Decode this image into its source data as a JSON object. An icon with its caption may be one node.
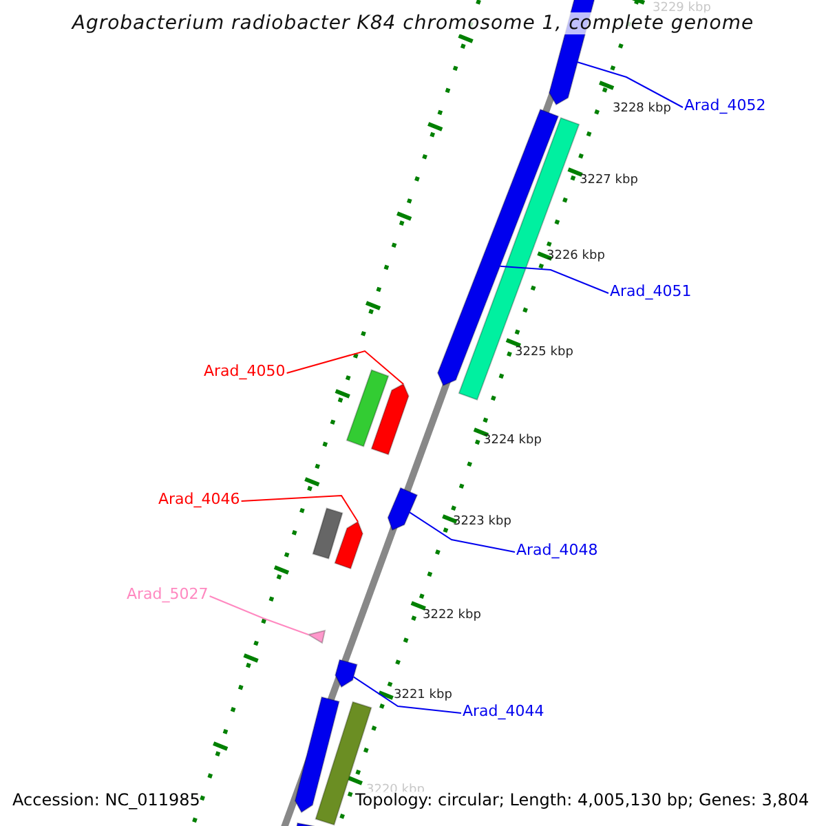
{
  "diagram": {
    "title": "Agrobacterium radiobacter K84 chromosome 1, complete genome",
    "nodes": [
      {
        "text": [
          "Arad_4052"
        ]
      },
      {
        "text": [],
        "shape": "bar"
      },
      {
        "text": [
          "Arad_4051"
        ]
      },
      {
        "text": [],
        "shape": "bar"
      },
      {
        "text": [
          "Arad_4050"
        ]
      },
      {
        "text": [],
        "shape": "bar"
      },
      {
        "text": [
          "Arad_4046"
        ]
      },
      {
        "text": [],
        "shape": "bar"
      },
      {
        "text": [
          "Arad_4048"
        ]
      },
      {
        "text": [],
        "shape": "bar"
      },
      {
        "text": [
          "Arad_5027"
        ]
      },
      {
        "text": [],
        "shape": "triangle"
      },
      {
        "text": [
          "Arad_4044"
        ]
      },
      {
        "text": [],
        "shape": "bar"
      },
      {
        "text": [],
        "shape": "bar"
      },
      {
        "text": [],
        "shape": "bar"
      },
      {
        "text": [],
        "shape": "bar"
      },
      {
        "text": [],
        "shape": "bar"
      },
      {
        "text": [],
        "shape": "bar"
      },
      {
        "text": [],
        "shape": "bar"
      }
    ],
    "edges": [
      {
        "from": 0,
        "to": 1,
        "arrow": "none"
      },
      {
        "from": 2,
        "to": 3,
        "arrow": "none"
      },
      {
        "from": 4,
        "to": 5,
        "arrow": "none",
        "color": "#ff0000"
      },
      {
        "from": 6,
        "to": 7,
        "arrow": "none",
        "color": "#ff0000"
      },
      {
        "from": 8,
        "to": 9,
        "arrow": "none"
      },
      {
        "from": 10,
        "to": 11,
        "arrow": "none",
        "color": "#ff88c0"
      },
      {
        "from": 12,
        "to": 13,
        "arrow": "none"
      }
    ],
    "labels": [
      "3229 kbp",
      "3228 kbp",
      "3227 kbp",
      "3226 kbp",
      "3225 kbp",
      "3224 kbp",
      "3223 kbp",
      "3222 kbp",
      "3221 kbp",
      "3220 kbp",
      "Accession: NC_011985",
      "Topology: circular; Length: 4,005,130 bp; Genes: 3,804"
    ]
  }
}
